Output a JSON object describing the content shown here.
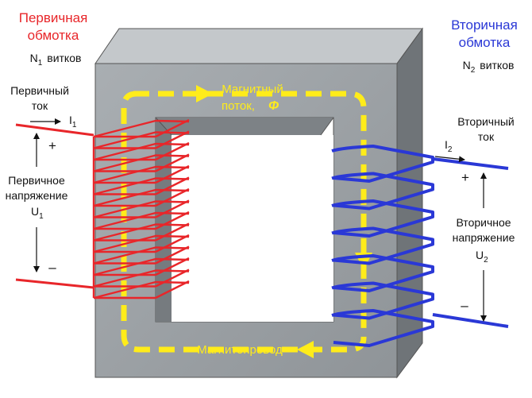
{
  "colors": {
    "primary": "#e8262a",
    "secondary": "#2a38d6",
    "flux": "#ffec1a",
    "core_front": "#9ea3a7",
    "core_top": "#c4c8cb",
    "core_side": "#6f7478",
    "core_inner": "#85898d",
    "text": "#111111"
  },
  "primary": {
    "title_line1": "Первичная",
    "title_line2": "обмотка",
    "turns_symbol": "N",
    "turns_sub": "1",
    "turns_word": "витков",
    "current_line1": "Первичный",
    "current_line2": "ток",
    "current_symbol": "I",
    "current_sub": "1",
    "plus": "+",
    "minus": "–",
    "voltage_line1": "Первичное",
    "voltage_line2": "напряжение",
    "voltage_symbol": "U",
    "voltage_sub": "1"
  },
  "secondary": {
    "title_line1": "Вторичная",
    "title_line2": "обмотка",
    "turns_symbol": "N",
    "turns_sub": "2",
    "turns_word": "витков",
    "current_line1": "Вторичный",
    "current_line2": "ток",
    "current_symbol": "I",
    "current_sub": "2",
    "plus": "+",
    "minus": "–",
    "voltage_line1": "Вторичное",
    "voltage_line2": "напряжение",
    "voltage_symbol": "U",
    "voltage_sub": "2"
  },
  "core": {
    "flux_line1": "Магнитный",
    "flux_line2": "поток,",
    "flux_symbol": "Φ",
    "core_label": "Магнитопровод"
  }
}
